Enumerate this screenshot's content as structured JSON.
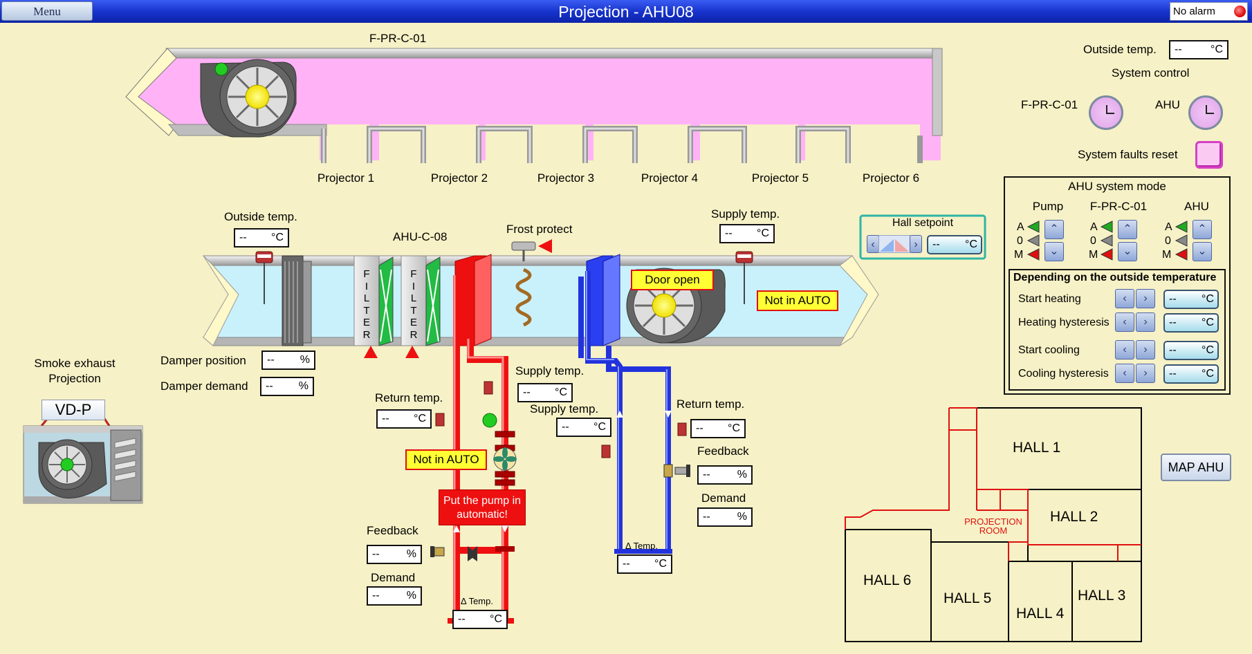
{
  "title": "Projection - AHU08",
  "menu_label": "Menu",
  "alarm_text": "No alarm",
  "fan_unit": {
    "name": "F-PR-C-01",
    "projectors": [
      "Projector 1",
      "Projector 2",
      "Projector 3",
      "Projector 4",
      "Projector 5",
      "Projector 6"
    ]
  },
  "right_panel": {
    "outside_temp_label": "Outside temp.",
    "outside_temp": {
      "value": "--",
      "unit": "°C"
    },
    "system_control_label": "System control",
    "fprc_label": "F-PR-C-01",
    "ahu_label": "AHU",
    "faults_reset_label": "System faults reset"
  },
  "ahu_mode": {
    "title": "AHU system mode",
    "columns": [
      "Pump",
      "F-PR-C-01",
      "AHU"
    ],
    "letters": [
      "A",
      "0",
      "M"
    ],
    "depending_title": "Depending on the outside temperature",
    "rows": [
      {
        "label": "Start heating",
        "value": "--",
        "unit": "°C"
      },
      {
        "label": "Heating hysteresis",
        "value": "--",
        "unit": "°C"
      },
      {
        "label": "Start cooling",
        "value": "--",
        "unit": "°C"
      },
      {
        "label": "Cooling hysteresis",
        "value": "--",
        "unit": "°C"
      }
    ]
  },
  "hall_setpoint": {
    "label": "Hall setpoint",
    "value": "--",
    "unit": "°C"
  },
  "ahu": {
    "name": "AHU-C-08",
    "outside_temp_label": "Outside temp.",
    "outside_temp": {
      "value": "--",
      "unit": "°C"
    },
    "supply_temp_label": "Supply temp.",
    "supply_temp": {
      "value": "--",
      "unit": "°C"
    },
    "frost_label": "Frost protect",
    "filter_text": [
      "F",
      "I",
      "L",
      "T",
      "E",
      "R"
    ],
    "door_open": "Door open",
    "not_in_auto": "Not in AUTO",
    "damper_position_label": "Damper position",
    "damper_position": {
      "value": "--",
      "unit": "%"
    },
    "damper_demand_label": "Damper demand",
    "damper_demand": {
      "value": "--",
      "unit": "%"
    }
  },
  "heating": {
    "supply_temp_label": "Supply temp.",
    "supply_temp": {
      "value": "--",
      "unit": "°C"
    },
    "return_temp_label": "Return temp.",
    "return_temp": {
      "value": "--",
      "unit": "°C"
    },
    "not_in_auto": "Not in AUTO",
    "pump_warning": "Put the pump in automatic!",
    "feedback_label": "Feedback",
    "feedback": {
      "value": "--",
      "unit": "%"
    },
    "demand_label": "Demand",
    "demand": {
      "value": "--",
      "unit": "%"
    },
    "delta_label": "Δ Temp.",
    "delta": {
      "value": "--",
      "unit": "°C"
    }
  },
  "cooling": {
    "supply_temp_label": "Supply temp.",
    "supply_temp": {
      "value": "--",
      "unit": "°C"
    },
    "return_temp_label": "Return temp.",
    "return_temp": {
      "value": "--",
      "unit": "°C"
    },
    "feedback_label": "Feedback",
    "feedback": {
      "value": "--",
      "unit": "%"
    },
    "demand_label": "Demand",
    "demand": {
      "value": "--",
      "unit": "%"
    },
    "delta_label": "Δ Temp.",
    "delta": {
      "value": "--",
      "unit": "°C"
    }
  },
  "smoke": {
    "label_line1": "Smoke exhaust",
    "label_line2": "Projection",
    "tag": "VD-P"
  },
  "map": {
    "halls": [
      "HALL 1",
      "HALL 2",
      "HALL 3",
      "HALL 4",
      "HALL 5",
      "HALL 6"
    ],
    "projection_room_line1": "PROJECTION",
    "projection_room_line2": "ROOM",
    "map_button": "MAP AHU"
  },
  "colors": {
    "title_bar": "#1531c9",
    "duct_top": "#ffb3f6",
    "duct_ahu": "#c9f1fb",
    "hot_pipe": "#ee1010",
    "cold_pipe": "#2233dd",
    "warning_bg": "#ffff33",
    "status_ok": "#22cc22"
  }
}
